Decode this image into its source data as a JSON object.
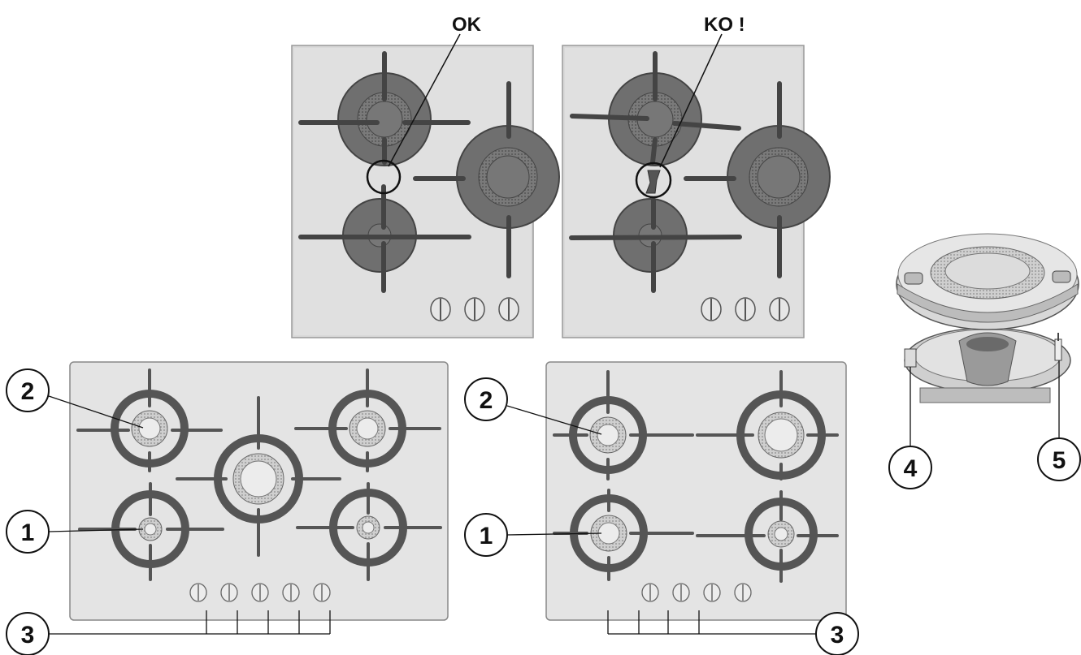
{
  "status_labels": {
    "ok": "OK",
    "ko": "KO !"
  },
  "callouts": {
    "burner_cap": "2",
    "burner_head": "1",
    "knobs": "3",
    "thermocouple": "4",
    "igniter": "5"
  },
  "colors": {
    "plate": "#e3e3e3",
    "plate_dark": "#d9d9d9",
    "burner_dark": "#6f6f6f",
    "line": "#111111"
  }
}
